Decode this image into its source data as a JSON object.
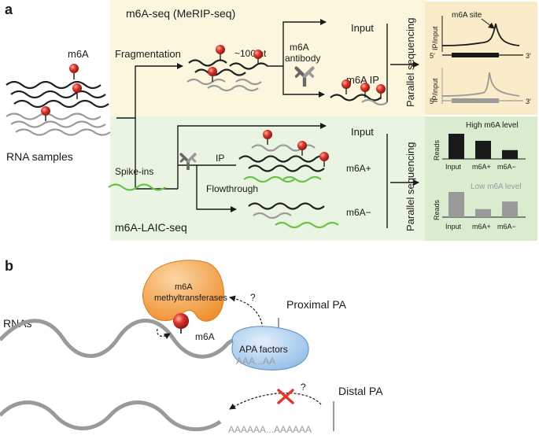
{
  "panel_a": {
    "letter": "a",
    "rna_samples": "RNA samples",
    "m6a_mark": "m6A",
    "merip_title": "m6A-seq (MeRIP-seq)",
    "fragmentation": "Fragmentation",
    "nt_100": "~100 nt",
    "antibody_line1": "m6A",
    "antibody_line2": "antibody",
    "input": "Input",
    "m6a_ip": "m6A IP",
    "parallel_seq": "Parallel sequencing",
    "m6a_site": "m6A site",
    "ip_input": "IP/input",
    "five_prime": "5′",
    "three_prime": "3′",
    "spike_ins": "Spike-ins",
    "ip": "IP",
    "flowthrough": "Flowthrough",
    "m6a_plus": "m6A+",
    "m6a_minus": "m6A−",
    "laic_title": "m6A-LAIC-seq",
    "high_level": "High m6A level",
    "low_level": "Low m6A level",
    "reads": "Reads",
    "bar_categories": [
      "Input",
      "m6A+",
      "m6A−"
    ],
    "high_bars": [
      1.0,
      0.72,
      0.35
    ],
    "low_bars": [
      1.0,
      0.32,
      0.62
    ],
    "colors": {
      "top_bg": "#fdf6df",
      "bottom_bg": "#eaf4e3",
      "red": "#e03a2f",
      "green": "#6cc04a",
      "orange": "#f3a14a",
      "blue": "#a9cdee"
    }
  },
  "panel_b": {
    "letter": "b",
    "rnas": "RNAs",
    "methyltransferases_line1": "m6A",
    "methyltransferases_line2": "methyltransferases",
    "m6a": "m6A",
    "question": "?",
    "proximal_pa": "Proximal PA",
    "apa_factors": "APA factors",
    "aaa_short": "AAA...AA",
    "distal_pa": "Distal PA",
    "aaa_long": "AAAAAA...AAAAAA"
  }
}
